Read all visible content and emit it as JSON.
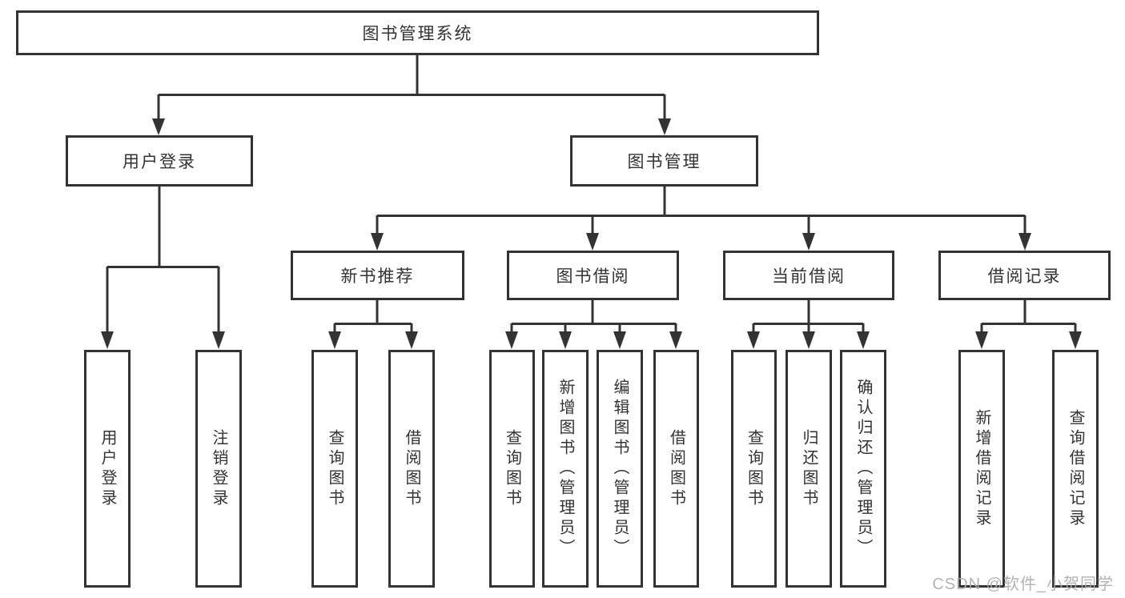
{
  "diagram": {
    "title_node": {
      "label": "图书管理系统"
    },
    "branches": {
      "user": {
        "label": "用户登录",
        "children": [
          {
            "label": "用户登录"
          },
          {
            "label": "注销登录"
          }
        ]
      },
      "book": {
        "label": "图书管理",
        "groups": [
          {
            "label": "新书推荐",
            "children": [
              {
                "label": "查询图书"
              },
              {
                "label": "借阅图书"
              }
            ]
          },
          {
            "label": "图书借阅",
            "children": [
              {
                "label": "查询图书"
              },
              {
                "label": "新增图书（管理员）"
              },
              {
                "label": "编辑图书（管理员）"
              },
              {
                "label": "借阅图书"
              }
            ]
          },
          {
            "label": "当前借阅",
            "children": [
              {
                "label": "查询图书"
              },
              {
                "label": "归还图书"
              },
              {
                "label": "确认归还（管理员）"
              }
            ]
          },
          {
            "label": "借阅记录",
            "children": [
              {
                "label": "新增借阅记录"
              },
              {
                "label": "查询借阅记录"
              }
            ]
          }
        ]
      }
    }
  },
  "watermark": {
    "text": "CSDN @软件_小贺同学"
  },
  "colors": {
    "line": "#333333",
    "text": "#333333",
    "watermark": "#ababab",
    "background": "#ffffff"
  }
}
